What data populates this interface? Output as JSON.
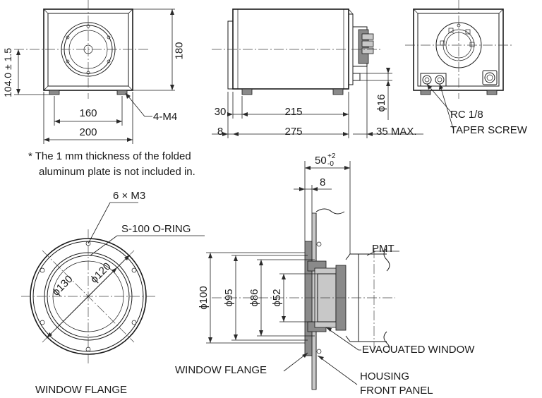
{
  "dims": {
    "front_height": "180",
    "front_center_height": "104.0 ± 1.5",
    "front_foot_spacing": "160",
    "front_width": "200",
    "screw": "4-M4",
    "side_flange_width": "30",
    "side_mid": "215",
    "side_offset": "8",
    "side_length": "275",
    "side_max": "35 MAX.",
    "port_dia": "ϕ16",
    "rear_thread": "RC 1/8",
    "rear_taper": "TAPER SCREW",
    "flange_holes": "6 × M3",
    "oring": "S-100 O-RING",
    "dia_130": "ϕ130",
    "dia_120": "ϕ120",
    "depth_50": "50",
    "depth_50_tol_plus": "+2",
    "depth_50_tol_minus": "-0",
    "depth_8": "8",
    "dia_100": "ϕ100",
    "dia_95": "ϕ95",
    "dia_86": "ϕ86",
    "dia_52": "ϕ52"
  },
  "note": {
    "line1": "* The 1 mm thickness of the folded",
    "line2": "aluminum plate is not included in."
  },
  "labels": {
    "pmt": "PMT",
    "evacuated_window": "EVACUATED WINDOW",
    "window_flange": "WINDOW FLANGE",
    "housing": "HOUSING",
    "front_panel": "FRONT PANEL",
    "flange_caption": "WINDOW FLANGE"
  }
}
